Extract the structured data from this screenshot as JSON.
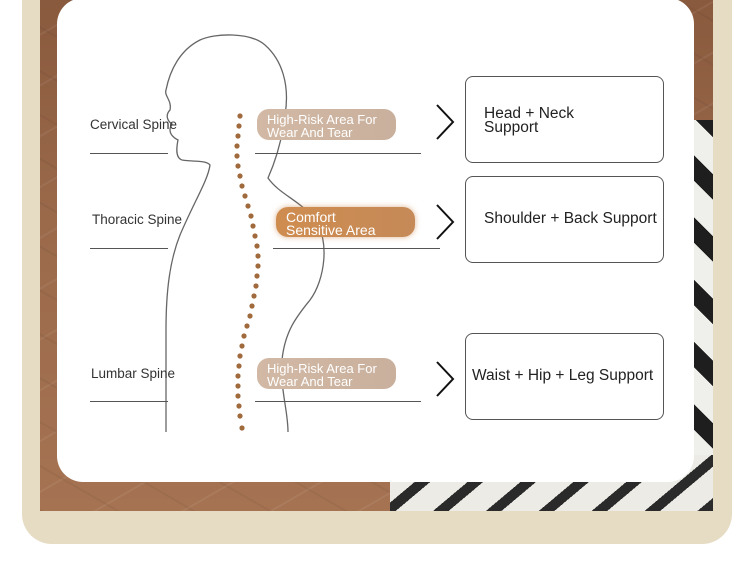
{
  "spine_chart": {
    "rows": [
      {
        "region": "Cervical Spine",
        "risk": "High-Risk Area For Wear And Tear",
        "risk_line1": "High-Risk Area For",
        "risk_line2": "Wear And Tear",
        "support_line1": "Head + Neck",
        "support_line2": "Support"
      },
      {
        "region": "Thoracic Spine",
        "risk": "Comfort Sensitive Area",
        "risk_line1": "Comfort",
        "risk_line2": "Sensitive Area",
        "support": "Shoulder + Back Support"
      },
      {
        "region": "Lumbar Spine",
        "risk": "High-Risk Area For Wear And Tear",
        "risk_line1": "High-Risk Area For",
        "risk_line2": "Wear And Tear",
        "support": "Waist + Hip + Leg Support"
      }
    ]
  },
  "colors": {
    "frame": "#e6dcc3",
    "spine_dots": "#a06a3c",
    "pill_light": "#d2b9a5",
    "pill_warm": "#cf8c4f"
  },
  "icons": [
    "chevron-right-icon"
  ]
}
